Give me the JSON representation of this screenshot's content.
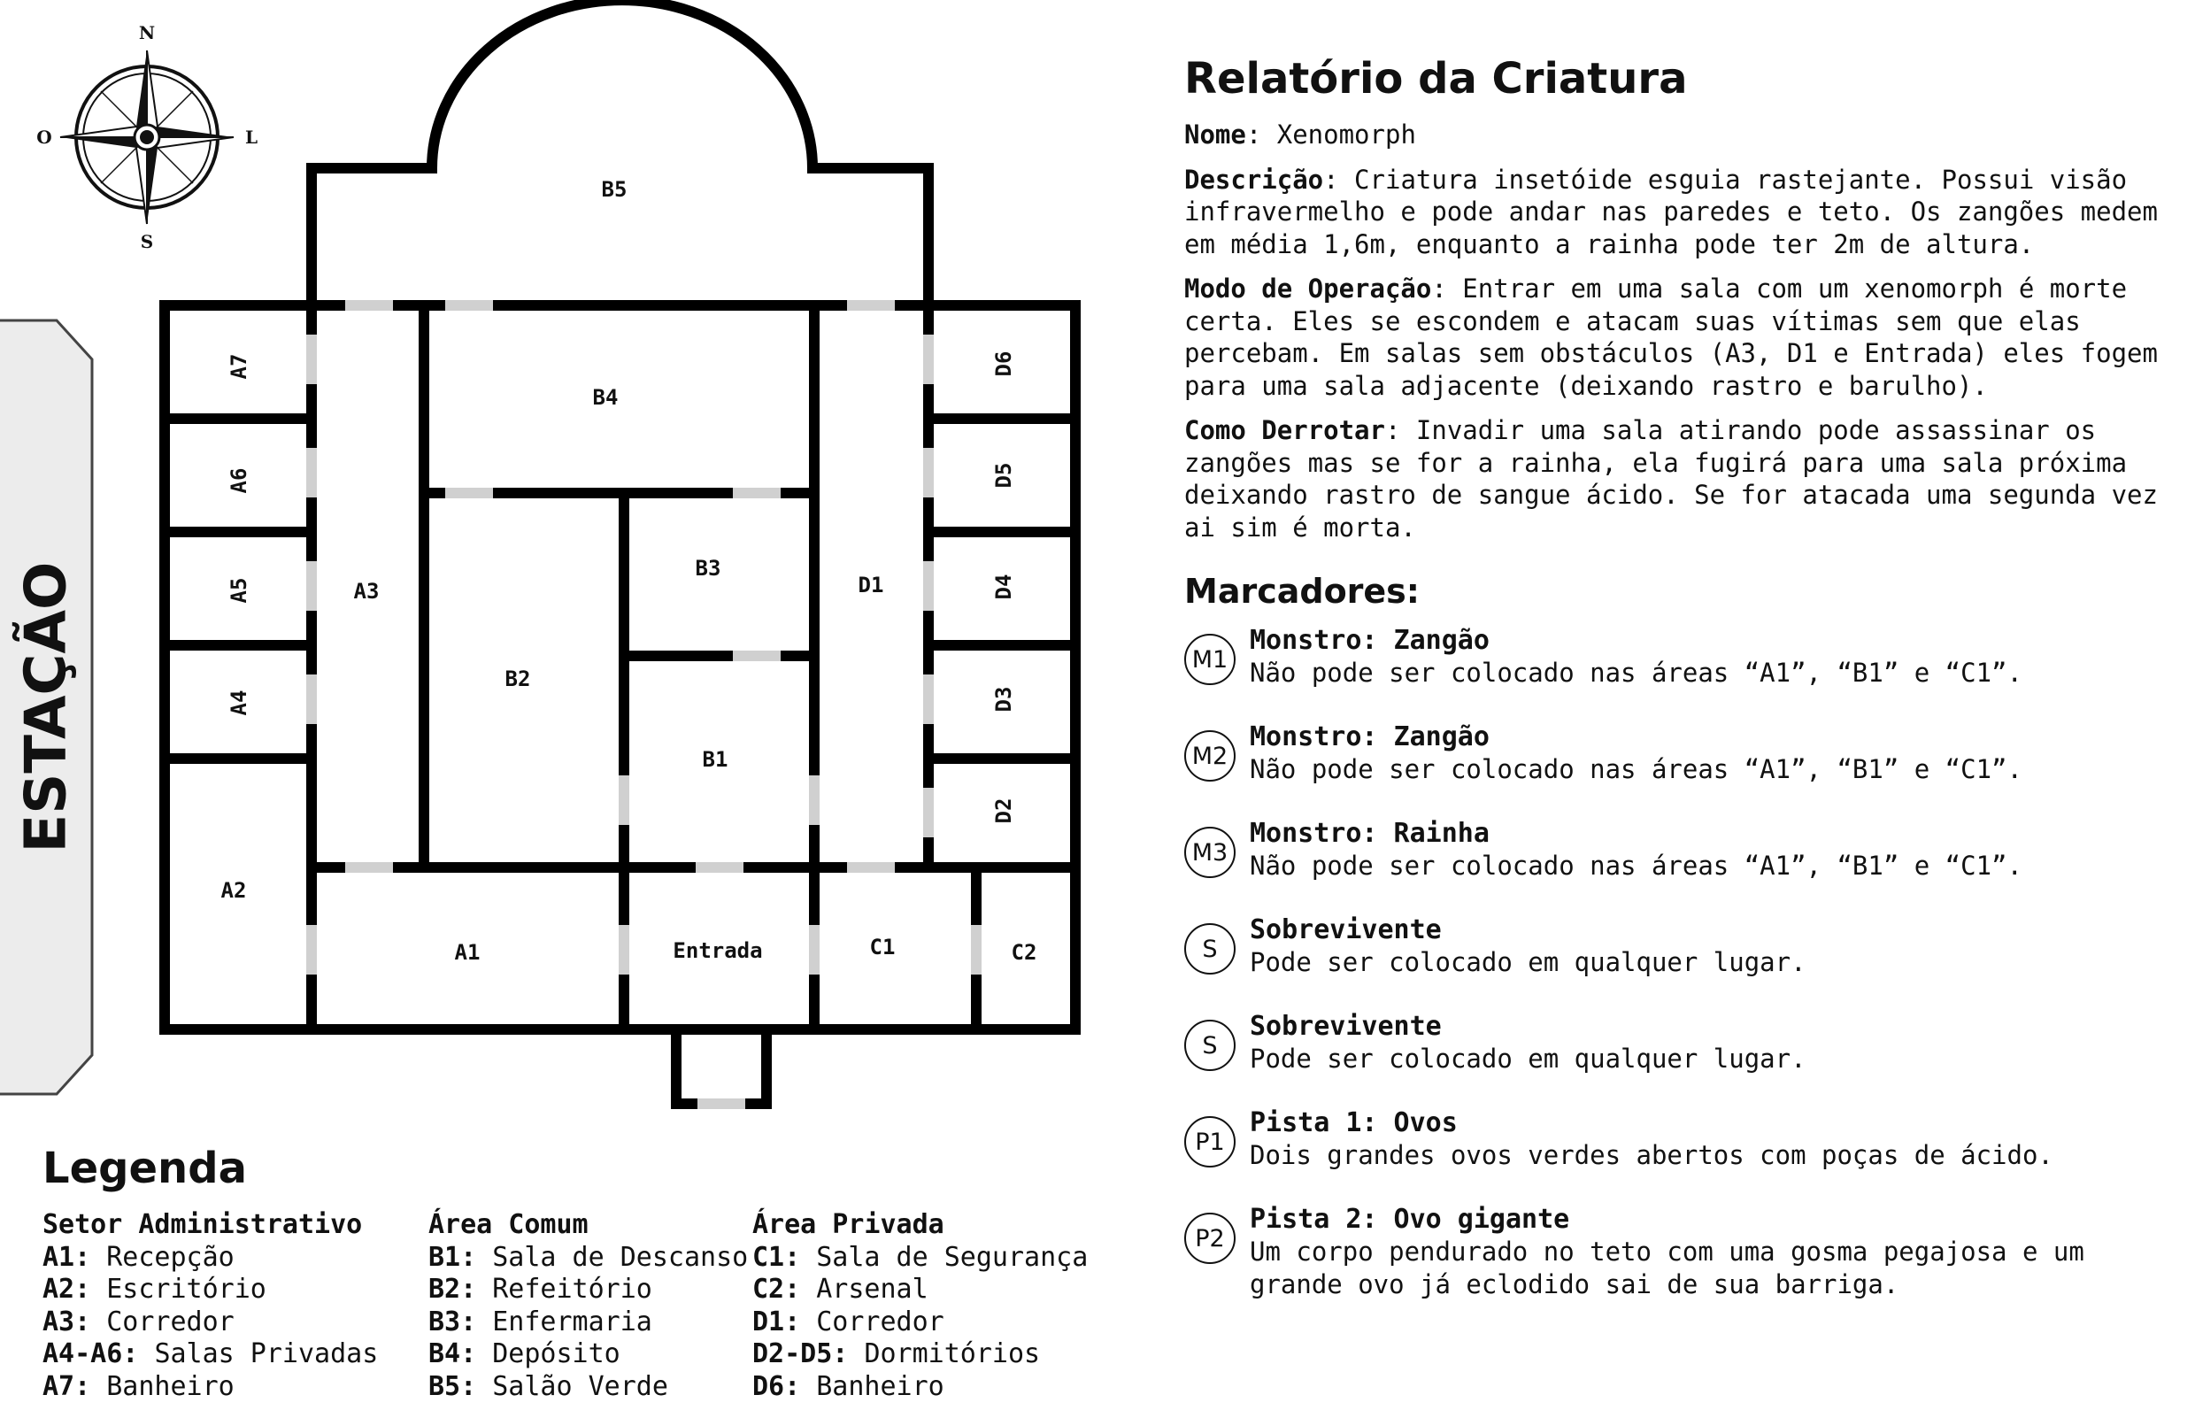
{
  "station": {
    "label": "ESTAÇÃO"
  },
  "compass": {
    "north": "N",
    "south": "S",
    "east": "L",
    "west": "O"
  },
  "map": {
    "rooms": {
      "B5": "B5",
      "B4": "B4",
      "B3": "B3",
      "B2": "B2",
      "B1": "B1",
      "A1": "A1",
      "A2": "A2",
      "A3": "A3",
      "A4": "A4",
      "A5": "A5",
      "A6": "A6",
      "A7": "A7",
      "D1": "D1",
      "D2": "D2",
      "D3": "D3",
      "D4": "D4",
      "D5": "D5",
      "D6": "D6",
      "C1": "C1",
      "C2": "C2",
      "entrance": "Entrada"
    }
  },
  "legend": {
    "title": "Legenda",
    "columns": [
      {
        "heading": "Setor Administrativo",
        "rows": [
          {
            "code": "A1:",
            "name": "Recepção"
          },
          {
            "code": "A2:",
            "name": "Escritório"
          },
          {
            "code": "A3:",
            "name": "Corredor"
          },
          {
            "code": "A4-A6:",
            "name": "Salas Privadas"
          },
          {
            "code": "A7:",
            "name": "Banheiro"
          }
        ]
      },
      {
        "heading": "Área Comum",
        "rows": [
          {
            "code": "B1:",
            "name": "Sala de Descanso"
          },
          {
            "code": "B2:",
            "name": "Refeitório"
          },
          {
            "code": "B3:",
            "name": "Enfermaria"
          },
          {
            "code": "B4:",
            "name": "Depósito"
          },
          {
            "code": "B5:",
            "name": "Salão Verde"
          }
        ]
      },
      {
        "heading": "Área Privada",
        "rows": [
          {
            "code": "C1:",
            "name": "Sala de Segurança"
          },
          {
            "code": "C2:",
            "name": "Arsenal"
          },
          {
            "code": "D1:",
            "name": "Corredor"
          },
          {
            "code": "D2-D5:",
            "name": "Dormitórios"
          },
          {
            "code": "D6:",
            "name": "Banheiro"
          }
        ]
      }
    ]
  },
  "report": {
    "title": "Relatório da Criatura",
    "name_label": "Nome",
    "name_value": ": Xenomorph",
    "description_label": "Descrição",
    "description_text": ": Criatura insetóide esguia rastejante. Possui visão infravermelho e pode andar nas paredes e teto. Os zangões medem em média 1,6m, enquanto a rainha pode ter 2m de altura.",
    "operation_label": "Modo de Operação",
    "operation_text": ": Entrar em uma sala com um xenomorph é morte certa. Eles se escondem e atacam suas vítimas sem que elas percebam. Em salas sem obstáculos (A3, D1 e Entrada) eles fogem para uma sala adjacente (deixando rastro e barulho).",
    "defeat_label": "Como Derrotar",
    "defeat_text": ": Invadir uma sala atirando pode assassinar os zangões mas se for a rainha, ela fugirá para uma sala próxima deixando rastro de sangue ácido. Se for atacada uma segunda vez ai sim é morta."
  },
  "markers": {
    "title": "Marcadores:",
    "items": [
      {
        "badge": "M1",
        "title": "Monstro: Zangão",
        "text": "Não pode ser colocado nas áreas “A1”, “B1” e “C1”."
      },
      {
        "badge": "M2",
        "title": "Monstro: Zangão",
        "text": "Não pode ser colocado nas áreas “A1”, “B1” e “C1”."
      },
      {
        "badge": "M3",
        "title": "Monstro: Rainha",
        "text": "Não pode ser colocado nas áreas “A1”, “B1” e “C1”."
      },
      {
        "badge": "S",
        "title": "Sobrevivente",
        "text": "Pode ser colocado em qualquer lugar."
      },
      {
        "badge": "S",
        "title": "Sobrevivente",
        "text": "Pode ser colocado em qualquer lugar."
      },
      {
        "badge": "P1",
        "title": "Pista 1: Ovos",
        "text": "Dois grandes ovos verdes abertos com poças de ácido."
      },
      {
        "badge": "P2",
        "title": "Pista 2: Ovo gigante",
        "text": "Um corpo pendurado no teto com uma gosma pegajosa e um grande ovo já eclodido sai de sua barriga."
      }
    ]
  },
  "colors": {
    "wall": "#000000",
    "door": "#d0d0d0",
    "tab_fill": "#ececec",
    "text": "#111111"
  }
}
